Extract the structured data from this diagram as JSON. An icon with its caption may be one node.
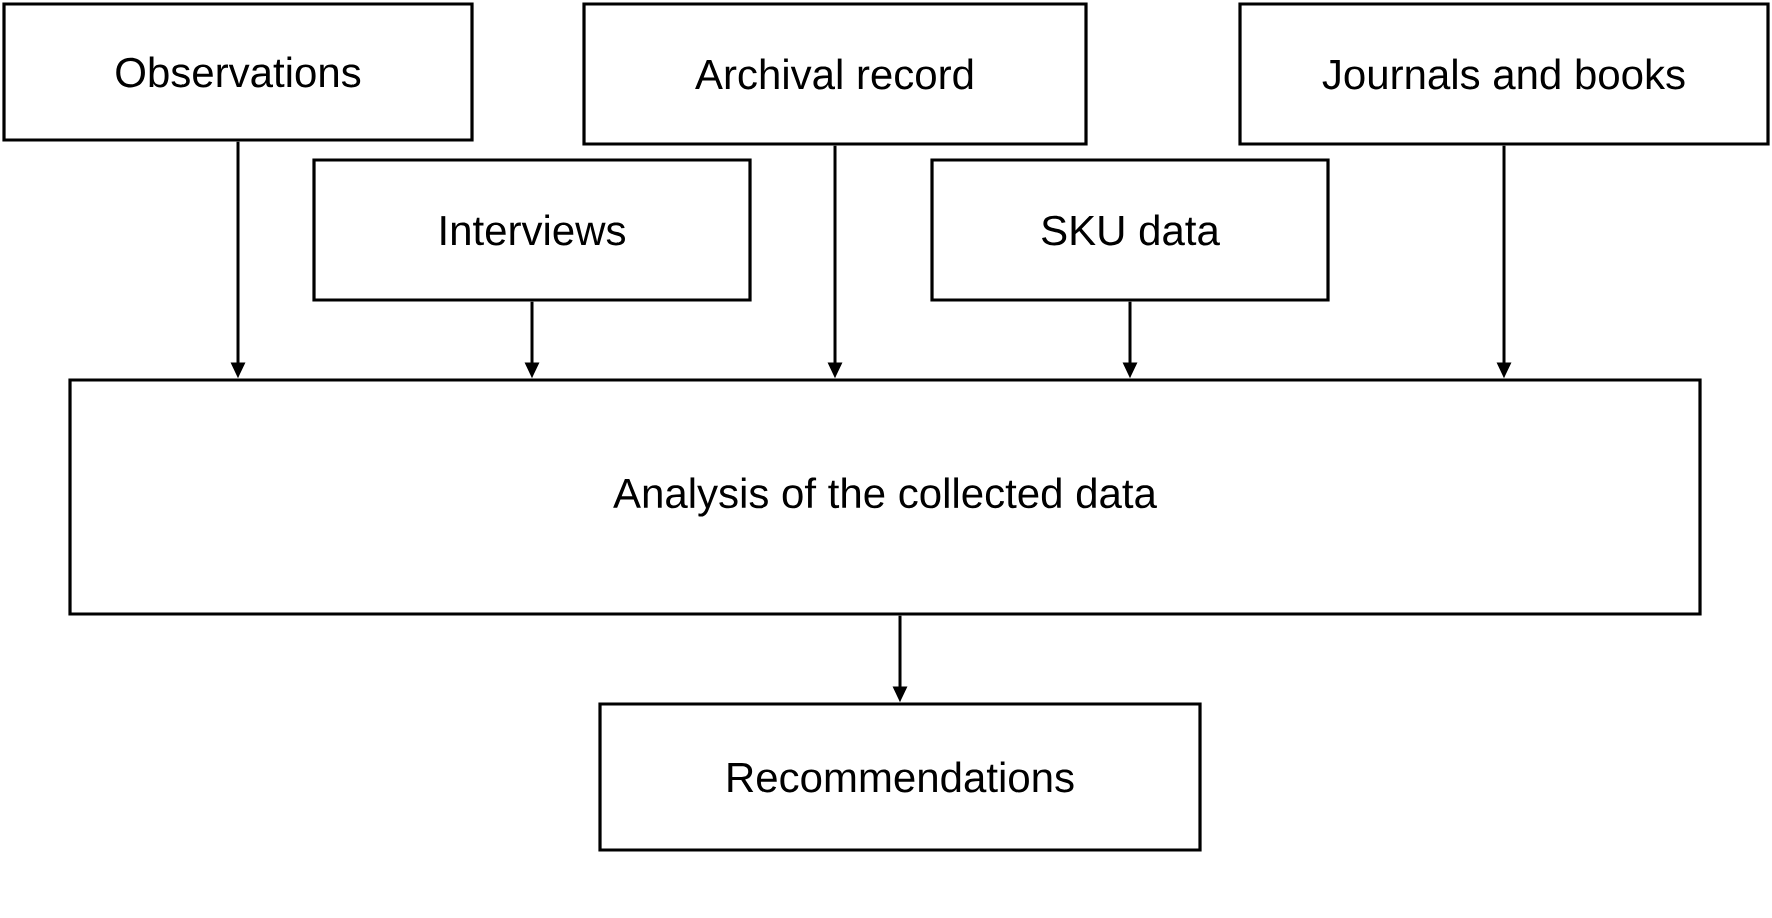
{
  "diagram": {
    "nodes": [
      {
        "text": [
          "Observations"
        ]
      },
      {
        "text": [
          "Interviews"
        ]
      },
      {
        "text": [
          "Archival record"
        ]
      },
      {
        "text": [
          "SKU data"
        ]
      },
      {
        "text": [
          "Journals and books"
        ]
      },
      {
        "text": [
          "Analysis of the collected data"
        ]
      },
      {
        "text": [
          "Recommendations"
        ]
      }
    ],
    "edges": [
      {
        "from": 0,
        "to": 5,
        "arrow": "to"
      },
      {
        "from": 1,
        "to": 5,
        "arrow": "to"
      },
      {
        "from": 2,
        "to": 5,
        "arrow": "to"
      },
      {
        "from": 3,
        "to": 5,
        "arrow": "to"
      },
      {
        "from": 4,
        "to": 5,
        "arrow": "to"
      },
      {
        "from": 5,
        "to": 6,
        "arrow": "to"
      }
    ]
  }
}
